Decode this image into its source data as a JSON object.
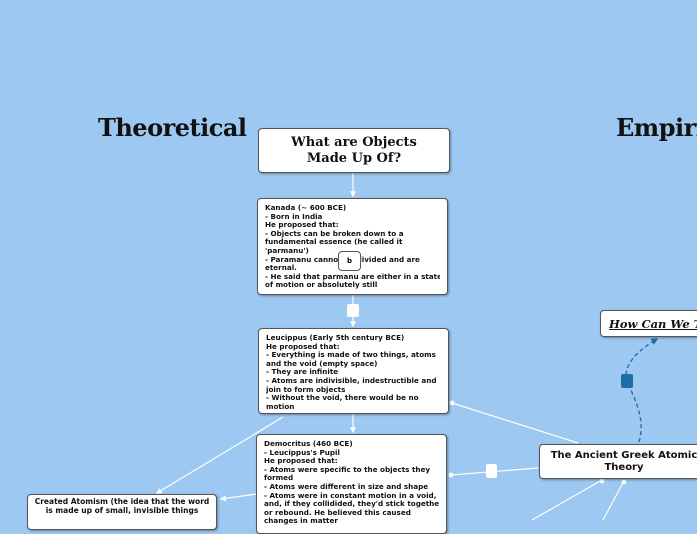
{
  "headings": {
    "theoretical": "Theoretical",
    "empirical": "Empiric"
  },
  "nodes": {
    "main_question": "What are Objects Made Up Of?",
    "kanada": [
      "Kanada (~ 600 BCE)",
      "- Born in India",
      "He proposed that:",
      "- Objects can be broken down to a",
      "fundamental essence (he called it",
      "'parmanu')",
      "- Paramanu cannot be divided and are",
      "eternal.",
      "- He said that parmanu are either in a state",
      "of motion or absolutely still"
    ],
    "leucippus": [
      "Leucippus (Early 5th century BCE)",
      "He proposed that:",
      "- Everything is made of two things, atoms",
      "and the void (empty space)",
      "- They are infinite",
      "- Atoms are indivisible, indestructible and",
      "join to form objects",
      "- Without the void, there would be no",
      "motion"
    ],
    "democritus": [
      "Democritus (460 BCE)",
      "- Leucippus's Pupil",
      "He proposed that:",
      "- Atoms were specific to the objects they",
      "formed",
      "- Atoms were different in size and shape",
      "- Atoms were in constant motion in a void,",
      "and, if they collidided, they'd stick together",
      "or rebound. He believed this caused",
      "changes in matter"
    ],
    "atomism": [
      "Created Atomism (the idea that the word",
      "is made up of small, invisible things"
    ],
    "ancient_greek": "The Ancient Greek Atomic Theory",
    "how_can_we": "How Can We Test"
  },
  "tag_label": "b",
  "colors": {
    "background": "#9cc8f2",
    "connector": "#ffffff",
    "dashed_connector": "#1e6fa8"
  }
}
